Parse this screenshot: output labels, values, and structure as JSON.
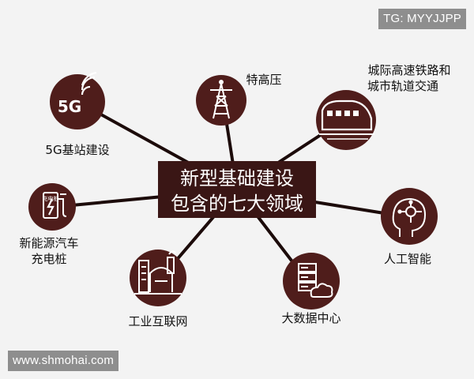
{
  "center": {
    "line1": "新型基础建设",
    "line2": "包含的七大领域"
  },
  "nodes": {
    "5g": {
      "label": "5G基站建设",
      "icon_text": "5G",
      "icon": "5g-antenna-icon"
    },
    "uhv": {
      "label": "特高压",
      "icon": "transmission-tower-icon"
    },
    "rail": {
      "label_line1": "城际高速铁路和",
      "label_line2": "城市轨道交通",
      "icon": "high-speed-train-icon"
    },
    "ev": {
      "label_line1": "新能源汽车",
      "label_line2": "充电桩",
      "icon_text": "充电桩",
      "icon": "charging-pile-icon"
    },
    "iiot": {
      "label": "工业互联网",
      "icon": "factory-icon"
    },
    "bigdata": {
      "label": "大数据中心",
      "icon": "server-cloud-icon"
    },
    "ai": {
      "label": "人工智能",
      "icon": "ai-head-icon"
    }
  },
  "watermarks": {
    "top": "TG: MYYJJPP",
    "bottom": "www.shmohai.com"
  },
  "colors": {
    "node": "#4f1d1b",
    "center_bg": "#3a1615",
    "line": "#1c0b0a",
    "background": "#f3f3f3"
  }
}
